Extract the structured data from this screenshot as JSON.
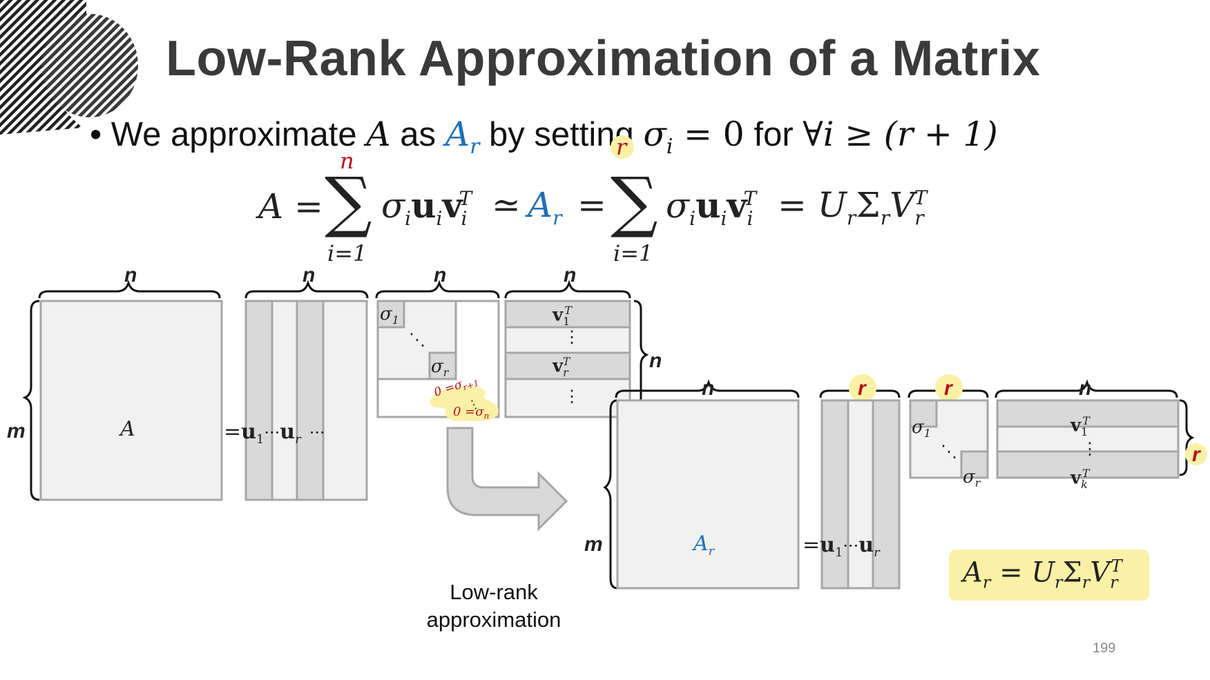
{
  "title": "Low-Rank Approximation of a Matrix",
  "bullet": {
    "marker": "•",
    "text_1": "We approximate",
    "A": "A",
    "text_2": "as",
    "Ar": "A",
    "Ar_sub": "r",
    "text_3": "by setting",
    "condition": "σ",
    "condition_sub": "i",
    "condition_rest": " = 0",
    "text_4": "for",
    "forall": "∀i ≥ (r + 1)"
  },
  "equation": {
    "lhs": "A =",
    "sum1_top": "n",
    "sum1_bottom": "i=1",
    "sum_symbol": "∑",
    "term1": "σ",
    "term_sub_i": "i",
    "u_i": "u",
    "v_i": "v",
    "sup_T": "T",
    "approx": "≃",
    "Ar": "A",
    "Ar_sub": "r",
    "equals": "=",
    "sum2_top": "r",
    "sum2_bottom": "i=1",
    "rhs": "= U",
    "rhs_sigma": "Σ",
    "rhs_V": "V"
  },
  "full_svd": {
    "m_label": "m",
    "n_label_A": "n",
    "n_label_U": "n",
    "n_label_S": "n",
    "n_label_V": "n",
    "n_label_side": "n",
    "A_label": "A",
    "equals": "=",
    "u1": "u",
    "sub1": "1",
    "dots_h": "···",
    "ur": "u",
    "subr": "r",
    "sigma": "σ",
    "sigma_sub_r1": "r+1",
    "sigma_sub_n": "n",
    "zero_eq": "0 =",
    "vdots": "⋮",
    "ddots": "⋱"
  },
  "low_rank": {
    "m_label": "m",
    "n_label_A": "n",
    "r_label_U": "r",
    "r_label_S": "r",
    "n_label_V": "n",
    "r_label_side": "r",
    "A_label": "A",
    "A_sub": "r",
    "v_last_sub": "k"
  },
  "arrow_caption_line1": "Low-rank",
  "arrow_caption_line2": "approximation",
  "boxed_formula": {
    "lhs": "A",
    "lhs_sub": "r",
    "rest": " = U",
    "sigma": "Σ",
    "V": "V"
  },
  "page_number": "199",
  "colors": {
    "title": "#3a3a3a",
    "blue": "#1f6fb5",
    "red": "#b3121a",
    "highlight": "#fbf1a6",
    "matrix_fill": "#f1f1f1",
    "matrix_dark": "#d9d9d9",
    "matrix_border": "#a6a6a6"
  }
}
